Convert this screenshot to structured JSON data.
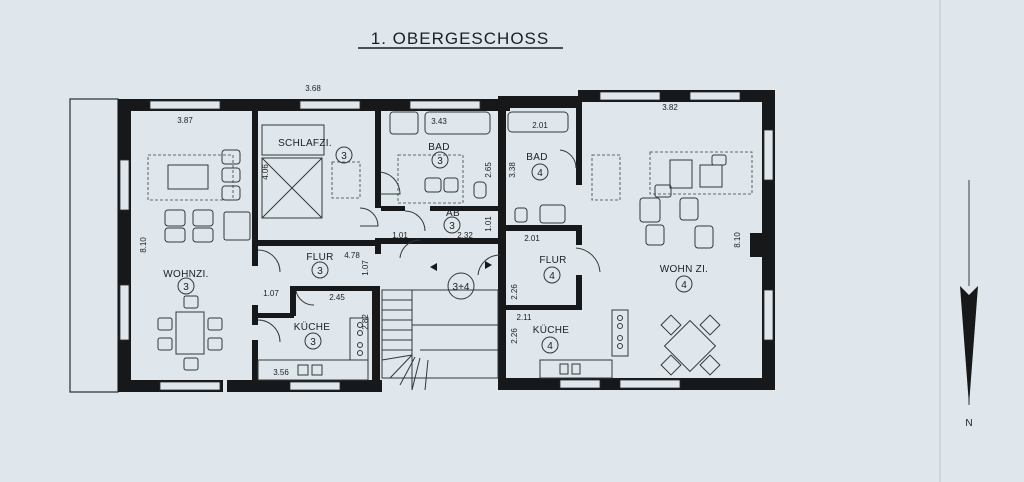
{
  "title": "1. OBERGESCHOSS",
  "rooms": {
    "schlafzimmer": {
      "label": "SCHLAFZI.",
      "unit": "3"
    },
    "bad3": {
      "label": "BAD",
      "unit": "3"
    },
    "ab3": {
      "label": "AB",
      "unit": "3"
    },
    "bad4": {
      "label": "BAD",
      "unit": "4"
    },
    "wohn3": {
      "label": "WOHNZI.",
      "unit": "3"
    },
    "flur3": {
      "label": "FLUR",
      "unit": "3"
    },
    "kueche3": {
      "label": "KÜCHE",
      "unit": "3"
    },
    "stair": {
      "label": "",
      "unit": "3+4"
    },
    "flur4": {
      "label": "FLUR",
      "unit": "4"
    },
    "wohn4": {
      "label": "WOHN ZI.",
      "unit": "4"
    },
    "kueche4": {
      "label": "KÜCHE",
      "unit": "4"
    }
  },
  "dimensions": {
    "w_387": "3.87",
    "w_368": "3.68",
    "w_343": "3.43",
    "w_201a": "2.01",
    "w_382": "3.82",
    "h_406": "4.06",
    "h_265": "2.65",
    "h_338": "3.38",
    "h_810a": "8.10",
    "h_810b": "8.10",
    "w_101a": "1.01",
    "w_232": "2.32",
    "h_101": "1.01",
    "w_201b": "2.01",
    "w_478": "4.78",
    "h_107a": "1.07",
    "w_107b": "1.07",
    "w_245": "2.45",
    "h_282": "2.82",
    "h_226a": "2.26",
    "w_211": "2.11",
    "h_226b": "2.26",
    "w_356": "3.56"
  },
  "north": {
    "label": "N"
  }
}
